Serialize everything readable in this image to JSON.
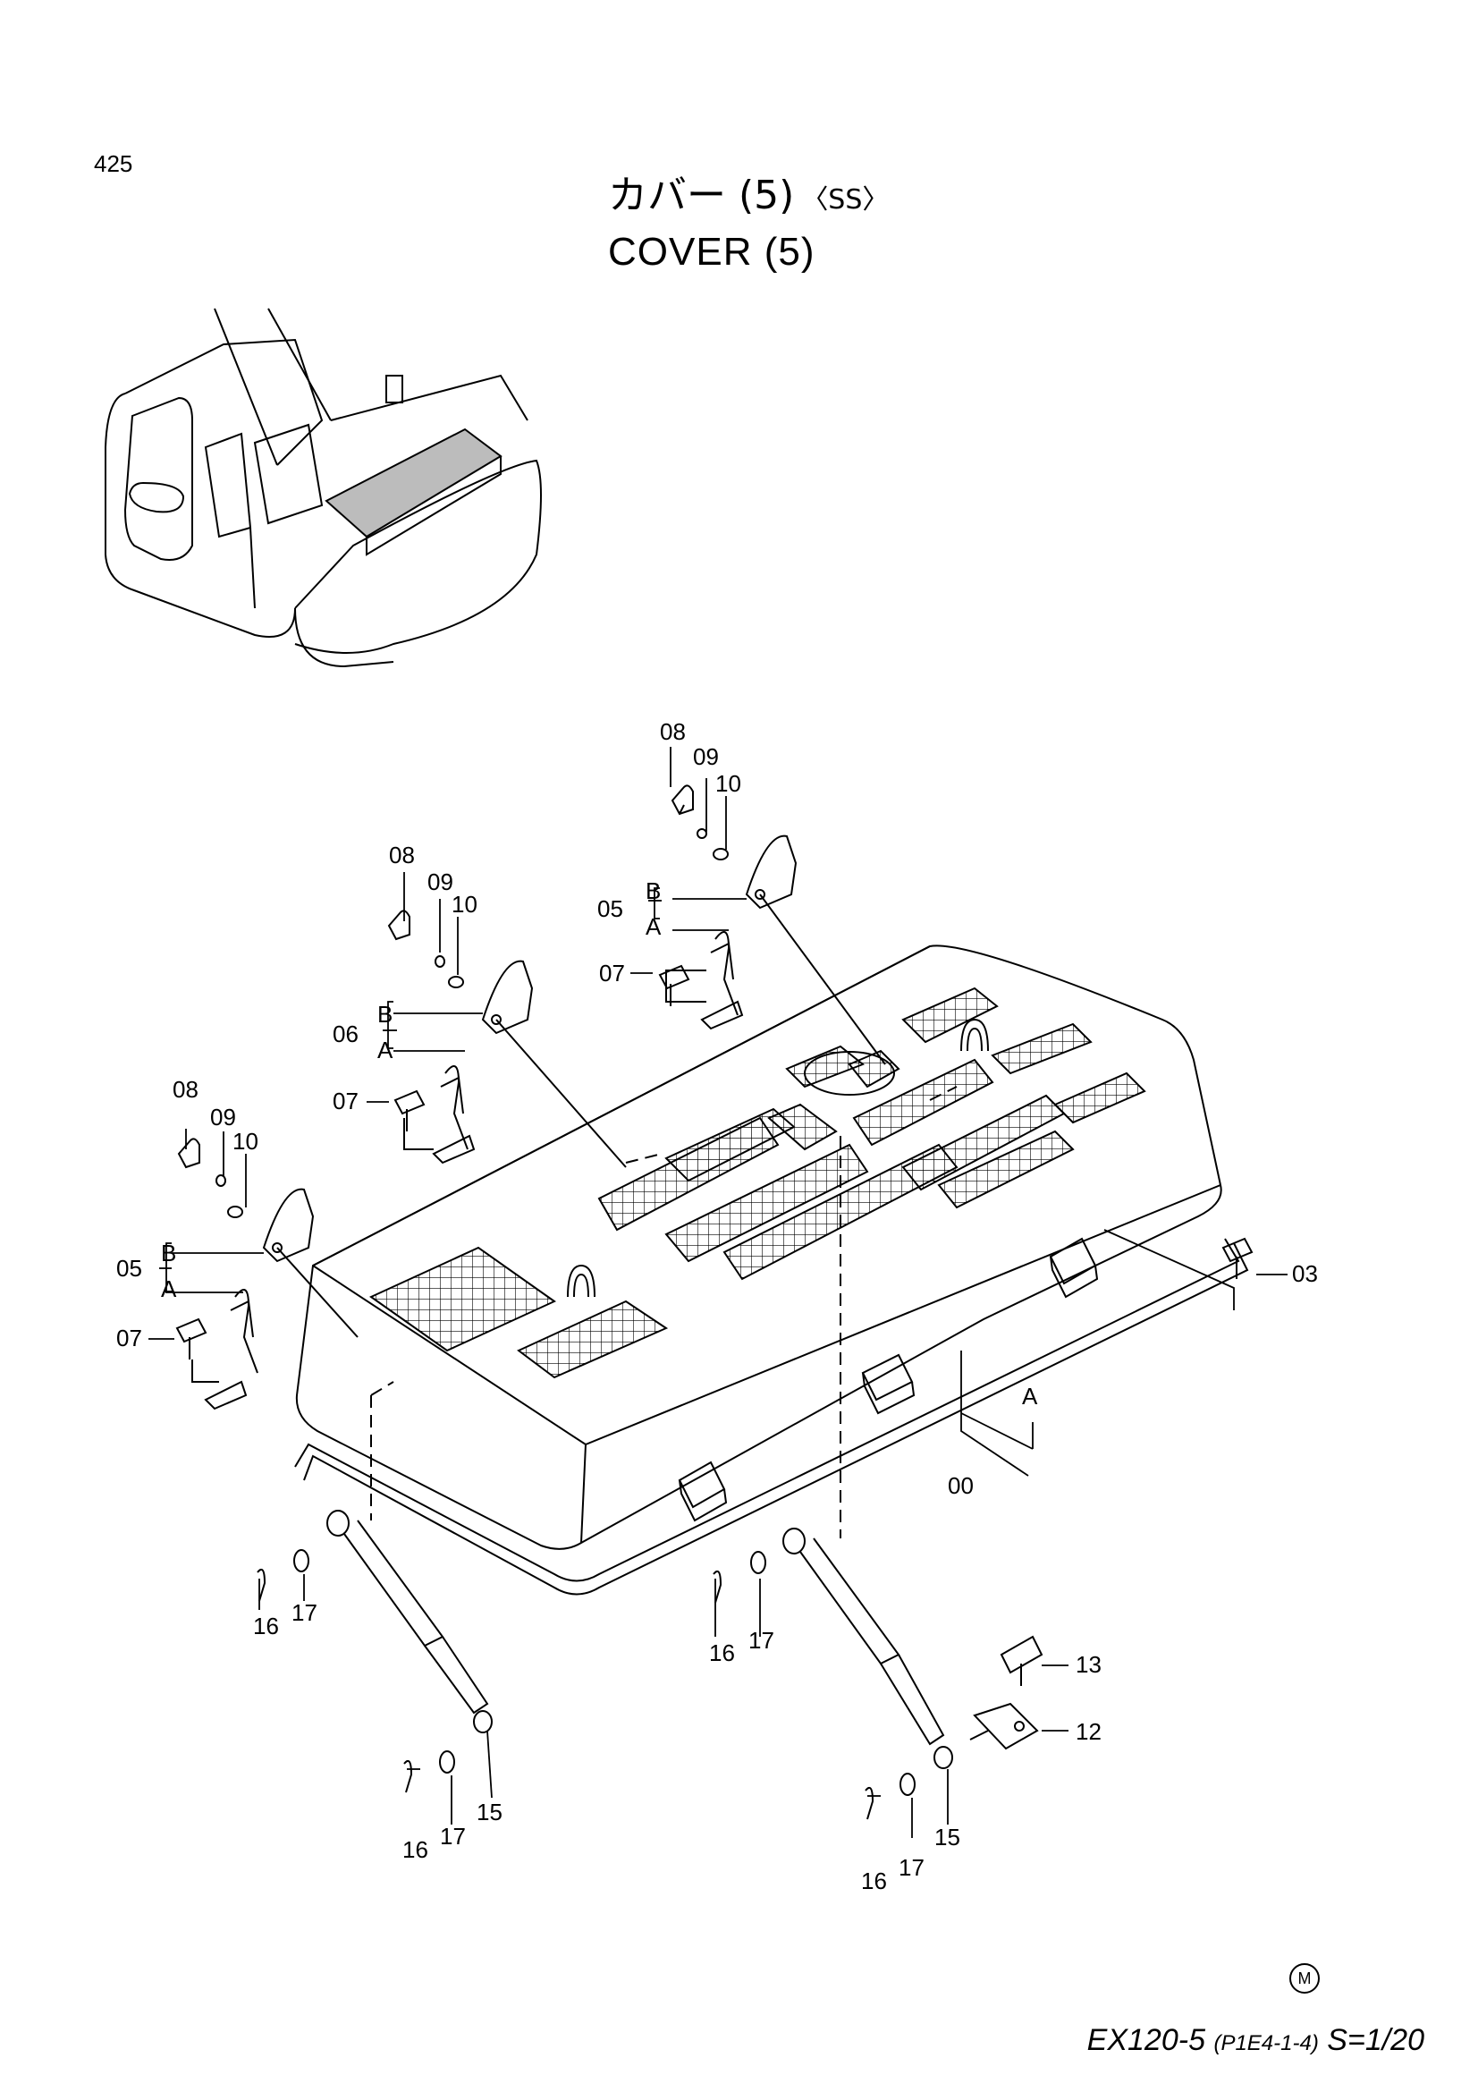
{
  "page": {
    "number": "425"
  },
  "title": {
    "japanese": "カバー (5)",
    "japanese_tag": "〈SS〉",
    "english": "COVER (5)"
  },
  "footer": {
    "model": "EX120-5",
    "code": "(P1E4-1-4)",
    "scale": "S=1/20",
    "mark": "M"
  },
  "callouts": {
    "c08a": "08",
    "c09a": "09",
    "c10a": "10",
    "c05a": "05",
    "c05aB": "B",
    "c05aA": "A",
    "c07a": "07",
    "c08b": "08",
    "c09b": "09",
    "c10b": "10",
    "c06": "06",
    "c06B": "B",
    "c06A": "A",
    "c07b": "07",
    "c08c": "08",
    "c09c": "09",
    "c10c": "10",
    "c05c": "05",
    "c05cB": "B",
    "c05cA": "A",
    "c07c": "07",
    "c03": "03",
    "cA": "A",
    "c00": "00",
    "c16a": "16",
    "c17a": "17",
    "c16b": "16",
    "c17b": "17",
    "c16c": "16",
    "c17c": "17",
    "c15a": "15",
    "c13": "13",
    "c12": "12",
    "c16d": "16",
    "c17d": "17",
    "c15b": "15"
  }
}
